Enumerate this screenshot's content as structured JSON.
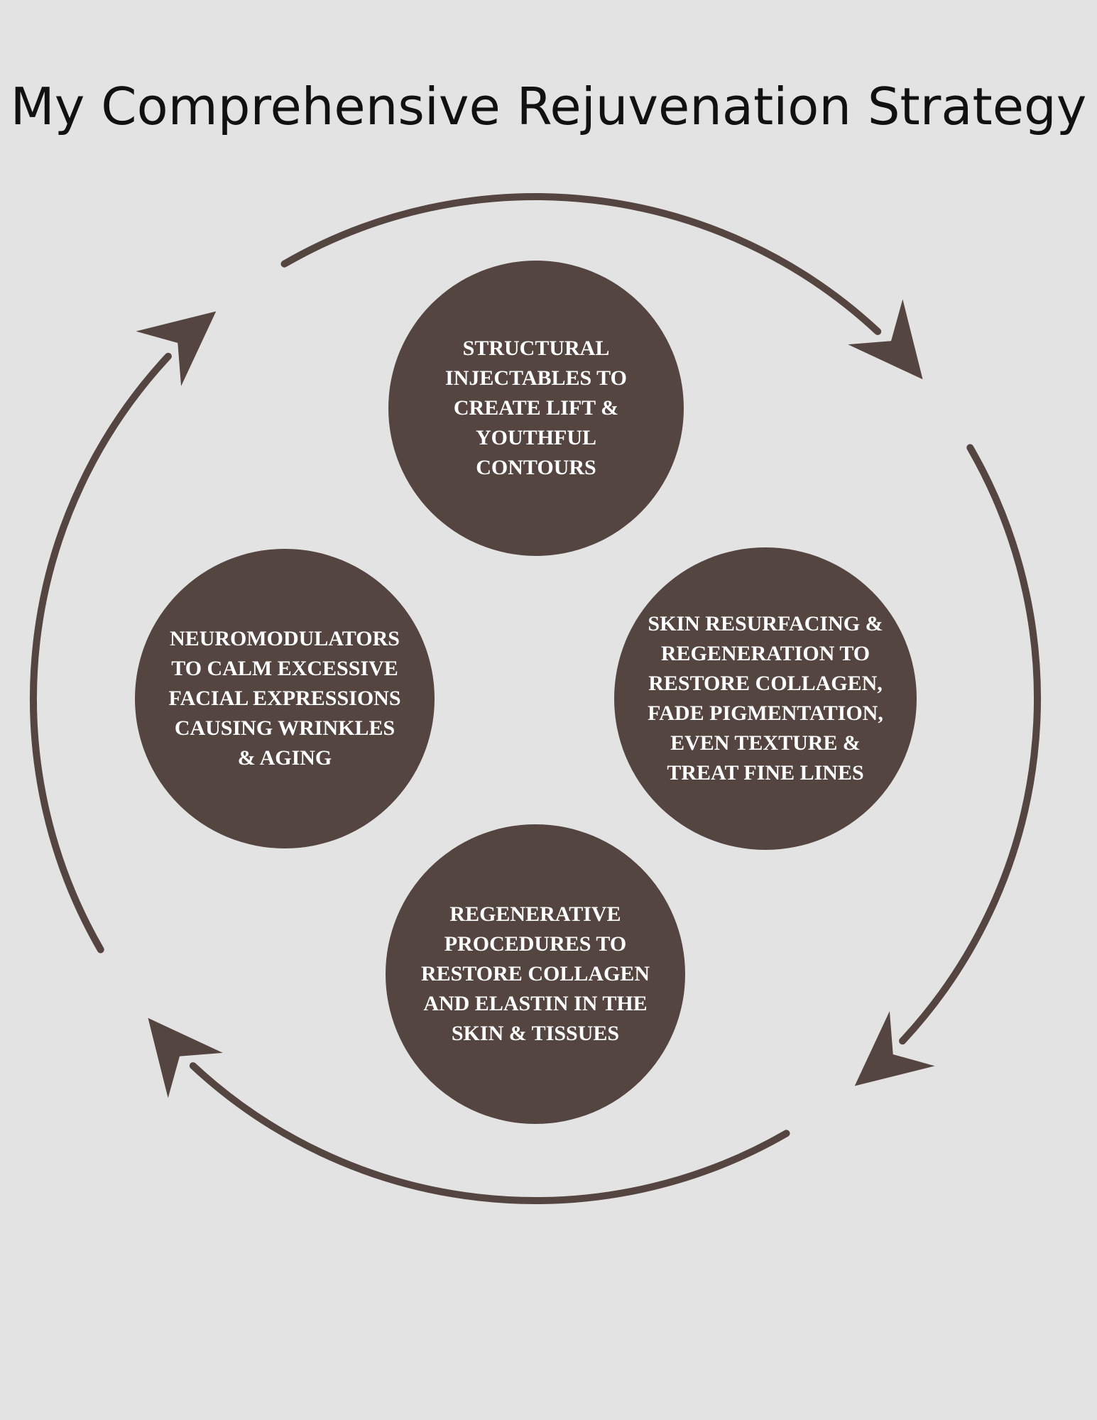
{
  "title": "My Comprehensive Rejuvenation Strategy",
  "colors": {
    "background": "#e3e3e3",
    "node": "#554540",
    "arrow": "#554540"
  },
  "nodes": [
    {
      "id": "top",
      "lines": [
        "STRUCTURAL",
        "INJECTABLES TO",
        "CREATE LIFT &",
        "YOUTHFUL",
        "CONTOURS"
      ]
    },
    {
      "id": "right",
      "lines": [
        "SKIN RESURFACING &",
        "REGENERATION TO",
        "RESTORE COLLAGEN,",
        "FADE PIGMENTATION,",
        "EVEN TEXTURE &",
        "TREAT FINE LINES"
      ]
    },
    {
      "id": "bottom",
      "lines": [
        "REGENERATIVE",
        "PROCEDURES TO",
        "RESTORE COLLAGEN",
        "AND ELASTIN IN THE",
        "SKIN & TISSUES"
      ]
    },
    {
      "id": "left",
      "lines": [
        "NEUROMODULATORS",
        "TO CALM EXCESSIVE",
        "FACIAL EXPRESSIONS",
        "CAUSING WRINKLES",
        "& AGING"
      ]
    }
  ],
  "cycle_direction": "clockwise"
}
